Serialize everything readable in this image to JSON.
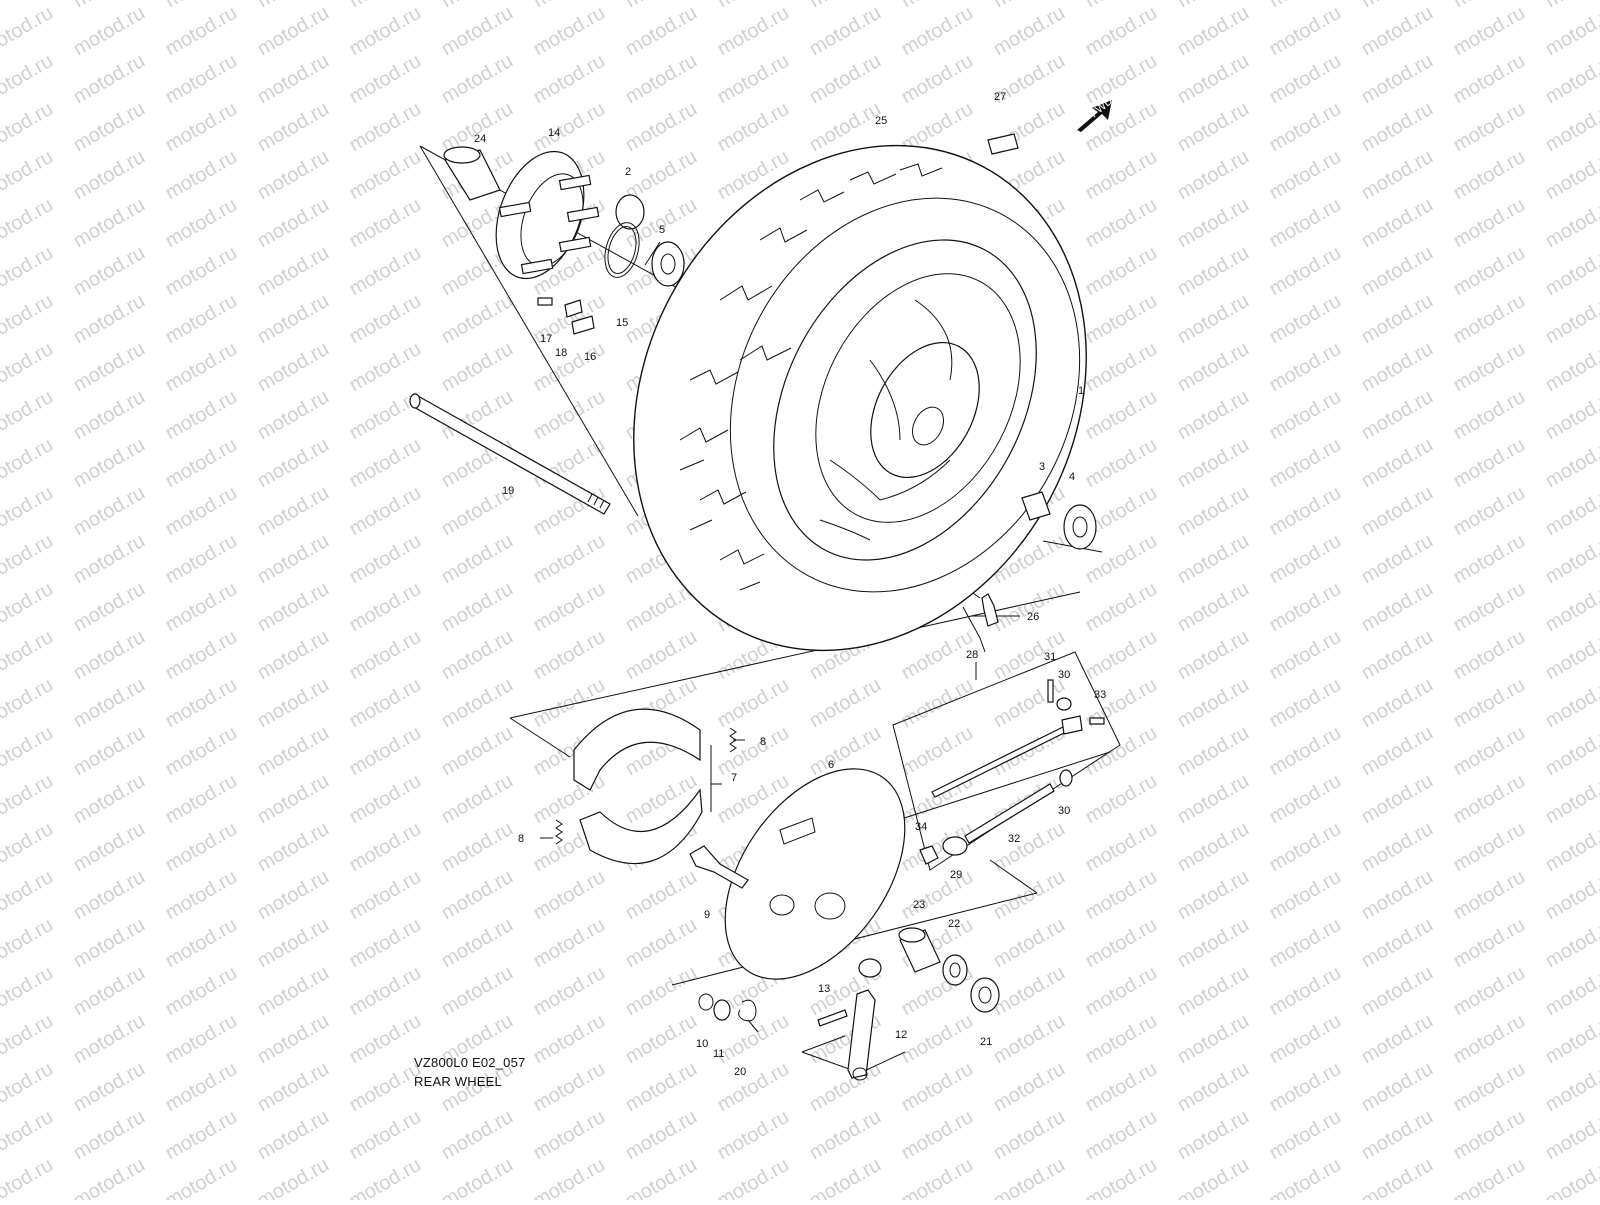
{
  "diagram": {
    "watermark": "motod.ru",
    "fwd_label": "FWD",
    "model_code": "VZ800L0 E02_057",
    "title": "REAR WHEEL",
    "callouts": {
      "c1": "1",
      "c2": "2",
      "c3": "3",
      "c4": "4",
      "c5": "5",
      "c6": "6",
      "c7": "7",
      "c8a": "8",
      "c8b": "8",
      "c9": "9",
      "c10": "10",
      "c11": "11",
      "c12": "12",
      "c13": "13",
      "c14": "14",
      "c15": "15",
      "c16": "16",
      "c17": "17",
      "c18": "18",
      "c19": "19",
      "c20": "20",
      "c21": "21",
      "c22": "22",
      "c23": "23",
      "c24": "24",
      "c25": "25",
      "c26": "26",
      "c27": "27",
      "c28": "28",
      "c29": "29",
      "c30a": "30",
      "c30b": "30",
      "c31": "31",
      "c32": "32",
      "c33": "33",
      "c34": "34"
    }
  }
}
